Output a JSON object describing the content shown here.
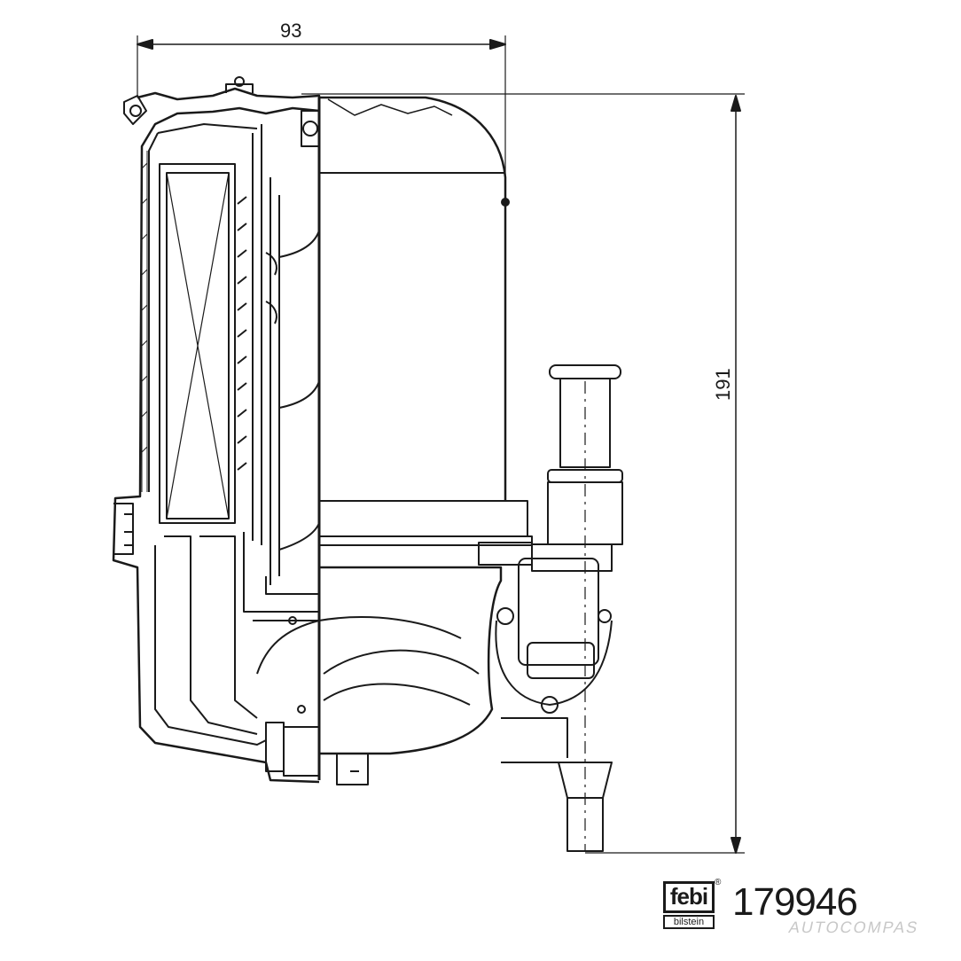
{
  "dimensions": {
    "width_label": "93",
    "height_label": "191"
  },
  "part": {
    "number": "179946"
  },
  "brand": {
    "logo_main": "febi",
    "logo_sub": "bilstein",
    "registered_mark": "®"
  },
  "watermark": {
    "text": "AUTOCOMPAS"
  },
  "colors": {
    "line": "#1a1a1a",
    "background": "#ffffff",
    "watermark": "#c8c8c8"
  }
}
